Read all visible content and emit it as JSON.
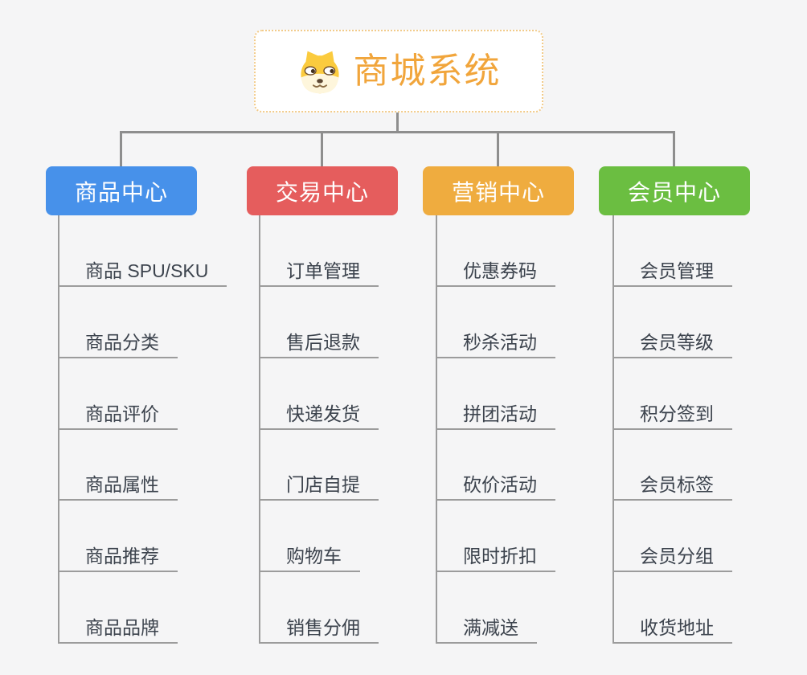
{
  "page": {
    "background": "#F5F5F6",
    "connector_color": "#8E8E8E",
    "underline_color": "#9C9C9C"
  },
  "root": {
    "title": "商城系统",
    "icon": "dog-face-icon",
    "title_color": "#F1A53B",
    "border_color": "#F2CB8A"
  },
  "branches": [
    {
      "name": "product-center",
      "label": "商品中心",
      "color": "#4791EA",
      "children": [
        "商品 SPU/SKU",
        "商品分类",
        "商品评价",
        "商品属性",
        "商品推荐",
        "商品品牌"
      ]
    },
    {
      "name": "trade-center",
      "label": "交易中心",
      "color": "#E55D5D",
      "children": [
        "订单管理",
        "售后退款",
        "快递发货",
        "门店自提",
        "购物车",
        "销售分佣"
      ]
    },
    {
      "name": "marketing-center",
      "label": "营销中心",
      "color": "#EFAC3F",
      "children": [
        "优惠券码",
        "秒杀活动",
        "拼团活动",
        "砍价活动",
        "限时折扣",
        "满减送"
      ]
    },
    {
      "name": "member-center",
      "label": "会员中心",
      "color": "#6BBE41",
      "children": [
        "会员管理",
        "会员等级",
        "积分签到",
        "会员标签",
        "会员分组",
        "收货地址"
      ]
    }
  ]
}
